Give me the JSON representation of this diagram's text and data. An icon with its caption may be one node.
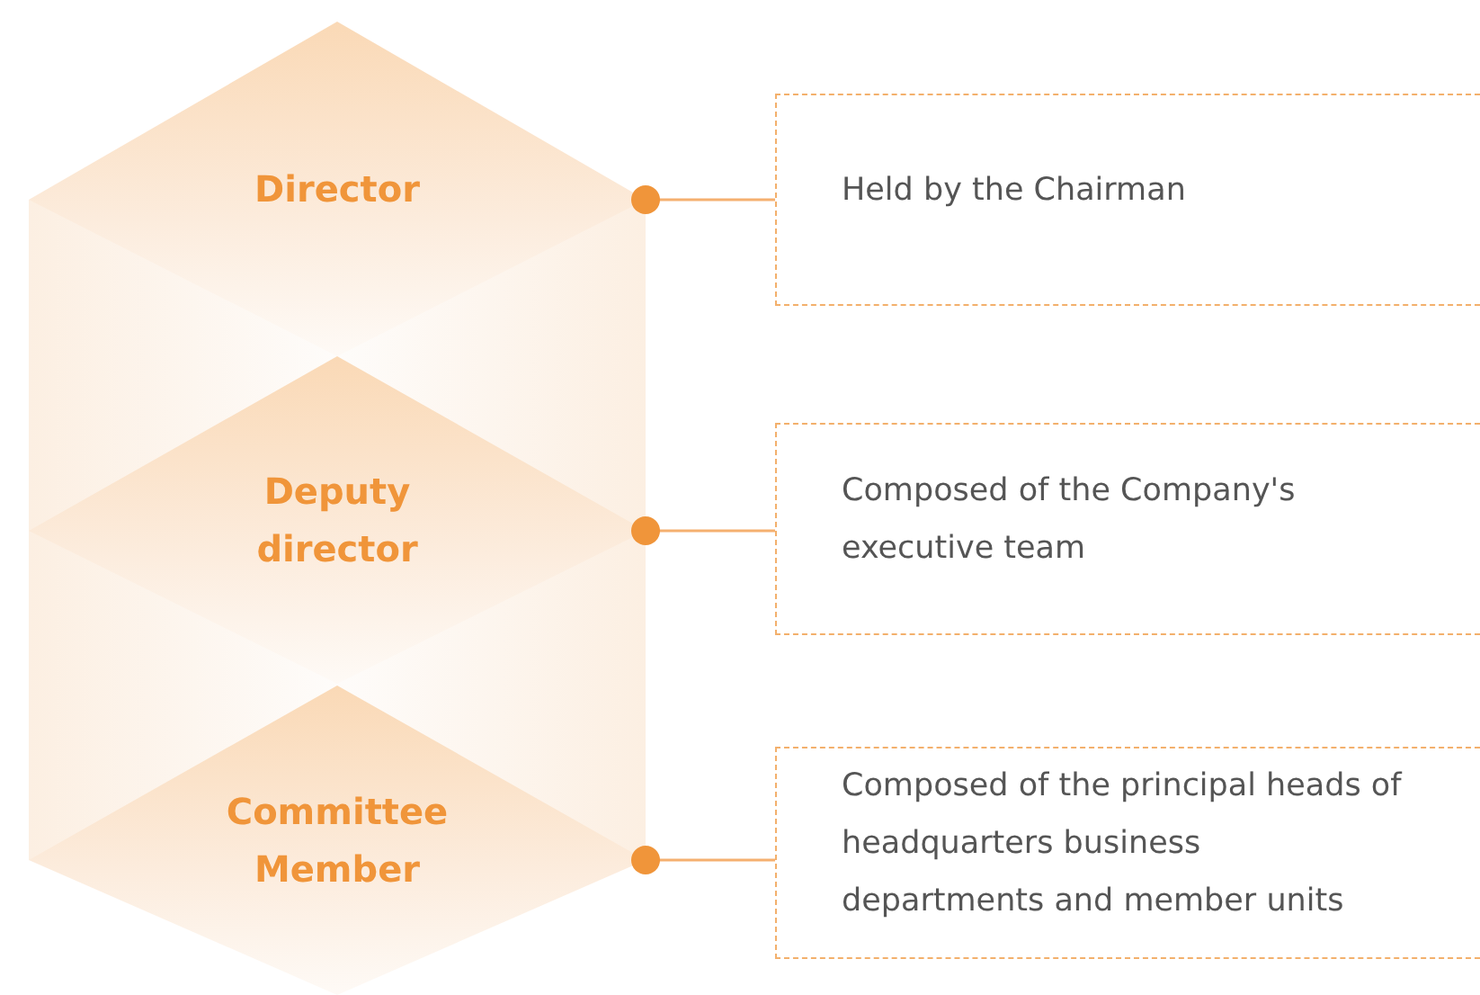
{
  "diagram": {
    "nodes": [
      {
        "text": [
          "Director"
        ]
      },
      {
        "text": [
          "Deputy director"
        ]
      },
      {
        "text": [
          "Committee Member"
        ]
      },
      {
        "text": [
          "Held by the Chairman"
        ]
      },
      {
        "text": [
          "Composed of the Company's executive team"
        ]
      },
      {
        "text": [
          "Composed of the principal heads of headquarters business departments and member units"
        ]
      }
    ],
    "edges": [
      {
        "from": 0,
        "to": 3,
        "arrow": "other"
      },
      {
        "from": 1,
        "to": 4,
        "arrow": "other"
      },
      {
        "from": 2,
        "to": 5,
        "arrow": "other"
      }
    ]
  }
}
